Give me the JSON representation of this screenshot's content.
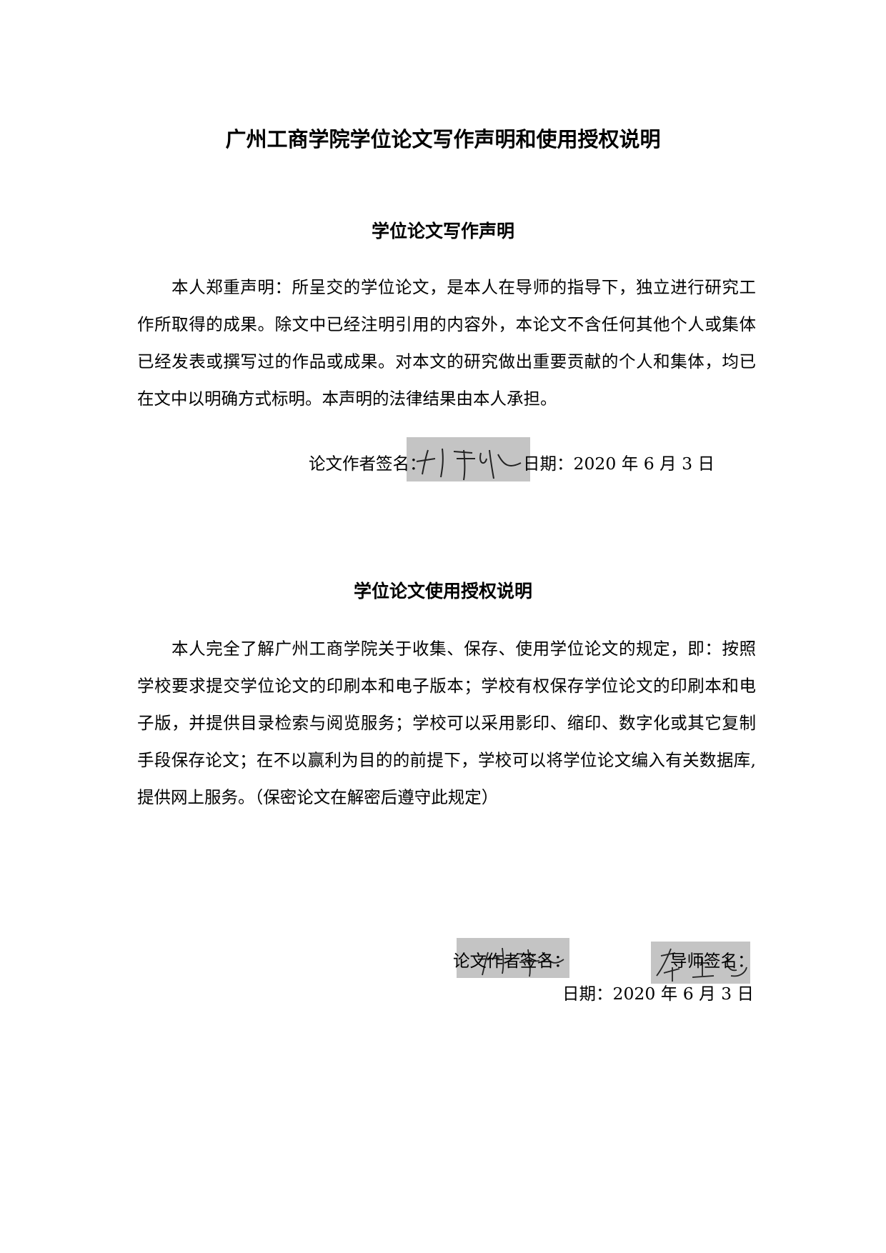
{
  "title": "广州工商学院学位论文写作声明和使用授权说明",
  "declaration": {
    "heading": "学位论文写作声明",
    "body": "本人郑重声明：所呈交的学位论文，是本人在导师的指导下，独立进行研究工作所取得的成果。除文中已经注明引用的内容外，本论文不含任何其他个人或集体已经发表或撰写过的作品或成果。对本文的研究做出重要贡献的个人和集体，均已在文中以明确方式标明。本声明的法律结果由本人承担。",
    "signature_label": "论文作者签名：",
    "date_text": "日期：2020 年 6 月 3 日"
  },
  "authorization": {
    "heading": "学位论文使用授权说明",
    "body": "本人完全了解广州工商学院关于收集、保存、使用学位论文的规定，即：按照学校要求提交学位论文的印刷本和电子版本；学校有权保存学位论文的印刷本和电子版，并提供目录检索与阅览服务；学校可以采用影印、缩印、数字化或其它复制手段保存论文；在不以赢利为目的的前提下，学校可以将学位论文编入有关数据库,提供网上服务。（保密论文在解密后遵守此规定）",
    "author_signature_label": "论文作者签名：",
    "advisor_signature_label": "导师签名：",
    "date_text": "日期：2020 年 6 月 3 日"
  }
}
